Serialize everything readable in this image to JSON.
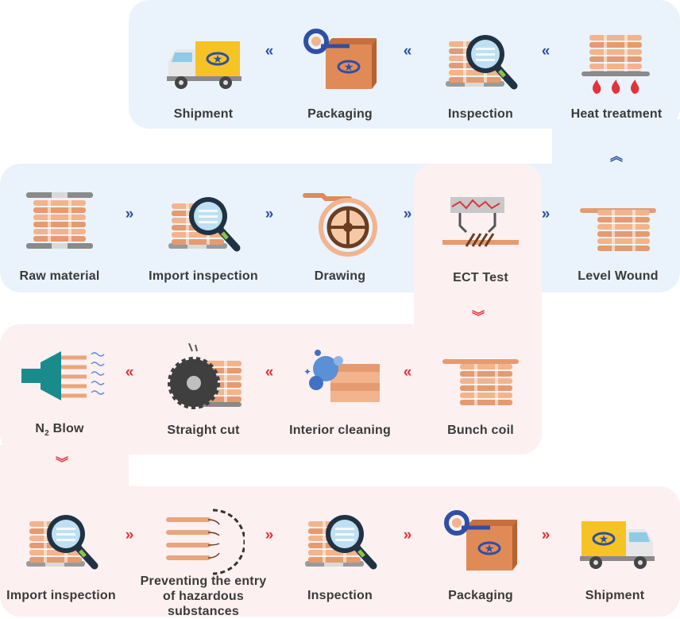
{
  "colors": {
    "blue_panel": "#eaf3fb",
    "pink_panel": "#fdf0f1",
    "blue_arrow": "#2e4fa3",
    "red_arrow": "#e2333a",
    "copper": "#e9a57c",
    "text": "#3a3a3a"
  },
  "row1": {
    "shipment": {
      "label": "Shipment",
      "icon": "truck-icon"
    },
    "packaging": {
      "label": "Packaging",
      "icon": "package-box-icon"
    },
    "inspection": {
      "label": "Inspection",
      "icon": "magnifier-coil-icon"
    },
    "heat_treatment": {
      "label": "Heat treatment",
      "icon": "heat-coil-icon"
    }
  },
  "row2": {
    "raw_material": {
      "label": "Raw material",
      "icon": "wire-spool-icon"
    },
    "import_inspection": {
      "label": "Import inspection",
      "icon": "magnifier-coil-icon"
    },
    "drawing": {
      "label": "Drawing",
      "icon": "wire-drawing-wheel-icon"
    },
    "ect_test": {
      "label": "ECT Test",
      "icon": "eddy-current-test-icon"
    },
    "level_wound": {
      "label": "Level Wound",
      "icon": "level-wound-coil-icon"
    }
  },
  "row3": {
    "n2_blow": {
      "label_main": "N",
      "label_sub": "2",
      "label_rest": " Blow",
      "icon": "nozzle-blow-icon"
    },
    "straight_cut": {
      "label": "Straight cut",
      "icon": "saw-blade-icon"
    },
    "interior_cleaning": {
      "label": "Interior cleaning",
      "icon": "cleaning-bubbles-icon"
    },
    "bunch_coil": {
      "label": "Bunch coil",
      "icon": "bunch-coil-icon"
    }
  },
  "row4": {
    "import_inspection": {
      "label": "Import inspection",
      "icon": "magnifier-coil-icon"
    },
    "preventing": {
      "label_line1": "Preventing the entry",
      "label_line2": "of hazardous substances",
      "icon": "sealed-tube-ends-icon"
    },
    "inspection": {
      "label": "Inspection",
      "icon": "magnifier-coil-icon"
    },
    "packaging": {
      "label": "Packaging",
      "icon": "package-box-icon"
    },
    "shipment": {
      "label": "Shipment",
      "icon": "truck-icon"
    }
  },
  "arrows": {
    "left": "«",
    "right": "»",
    "up": "︽",
    "down": "︾"
  }
}
